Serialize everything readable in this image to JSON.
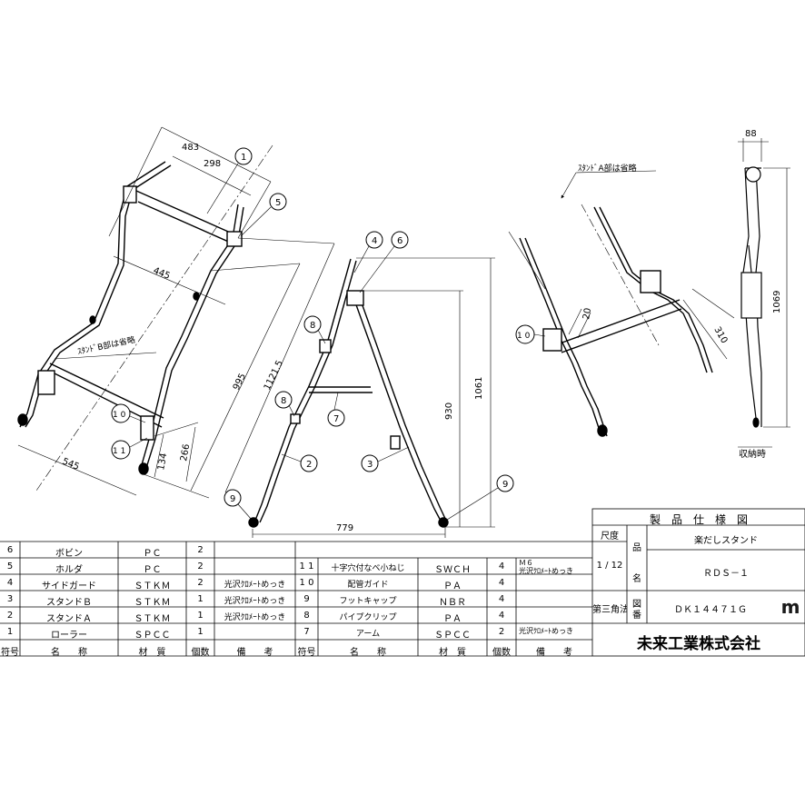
{
  "dimensions": {
    "d483": "483",
    "d298": "298",
    "d445": "445",
    "d995": "995",
    "d11215": "1121.5",
    "d545": "545",
    "d266": "266",
    "d134": "134",
    "d930": "930",
    "d1061": "1061",
    "d779": "779",
    "d88": "88",
    "d1069": "1069",
    "d20": "20",
    "d310": "310"
  },
  "notes": {
    "stand_b_omitted": "ｽﾀﾝﾄﾞB部は省略",
    "stand_a_omitted": "ｽﾀﾝﾄﾞA部は省略",
    "storage": "収納時"
  },
  "balloons": {
    "b1": "1",
    "b5": "5",
    "b4": "4",
    "b6": "6",
    "b8a": "8",
    "b8b": "8",
    "b7": "7",
    "b2": "2",
    "b3": "3",
    "b9a": "9",
    "b9b": "9",
    "b10a": "1 0",
    "b11": "1 1",
    "b10b": "1 0"
  },
  "parts_left": [
    {
      "no": "6",
      "name": "ボビン",
      "material": "ＰＣ",
      "qty": "2",
      "remark": ""
    },
    {
      "no": "5",
      "name": "ホルダ",
      "material": "ＰＣ",
      "qty": "2",
      "remark": ""
    },
    {
      "no": "4",
      "name": "サイドガード",
      "material": "ＳＴＫＭ",
      "qty": "2",
      "remark": "光沢ｸﾛﾒｰﾄめっき"
    },
    {
      "no": "3",
      "name": "スタンドＢ",
      "material": "ＳＴＫＭ",
      "qty": "1",
      "remark": "光沢ｸﾛﾒｰﾄめっき"
    },
    {
      "no": "2",
      "name": "スタンドＡ",
      "material": "ＳＴＫＭ",
      "qty": "1",
      "remark": "光沢ｸﾛﾒｰﾄめっき"
    },
    {
      "no": "1",
      "name": "ローラー",
      "material": "ＳＰＣＣ",
      "qty": "1",
      "remark": ""
    }
  ],
  "parts_right": [
    {
      "no": "1 1",
      "name": "十字穴付なべ小ねじ",
      "material": "ＳＷＣＨ",
      "qty": "4",
      "remark": "Ｍ６",
      "remark2": "光沢ｸﾛﾒｰﾄめっき"
    },
    {
      "no": "1 0",
      "name": "配管ガイド",
      "material": "ＰＡ",
      "qty": "4",
      "remark": "",
      "remark2": ""
    },
    {
      "no": "9",
      "name": "フットキャップ",
      "material": "ＮＢＲ",
      "qty": "4",
      "remark": "",
      "remark2": ""
    },
    {
      "no": "8",
      "name": "パイプクリップ",
      "material": "ＰＡ",
      "qty": "4",
      "remark": "",
      "remark2": ""
    },
    {
      "no": "7",
      "name": "アーム",
      "material": "ＳＰＣＣ",
      "qty": "2",
      "remark": "光沢ｸﾛﾒｰﾄめっき",
      "remark2": ""
    }
  ],
  "headers": {
    "no": "符号",
    "name": "名　　称",
    "material": "材　質",
    "qty": "個数",
    "remark": "備　　考"
  },
  "title_block": {
    "heading": "製　品　仕　様　図",
    "scale_label": "尺度",
    "scale_value": "1 / 12",
    "product_label_1": "品",
    "product_label_2": "名",
    "product_name": "楽だしスタンド",
    "model": "ＲＤＳ－１",
    "projection": "第三角法",
    "drawing_label_1": "図",
    "drawing_label_2": "番",
    "drawing_no": "ＤＫ１４４７１Ｇ",
    "company": "未来工業株式会社",
    "logo_text": "m"
  }
}
